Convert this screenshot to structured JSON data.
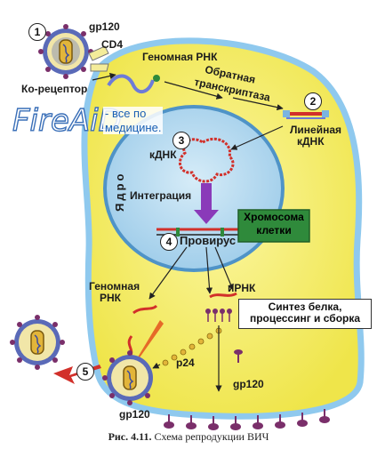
{
  "labels": {
    "gp120_top": "gp120",
    "cd4": "CD4",
    "co_receptor": "Ко-рецептор",
    "genomic_rna_top": "Геномная РНК",
    "reverse_transcriptase_1": "Обратная",
    "reverse_transcriptase_2": "транскриптаза",
    "linear_cdna_1": "Линейная",
    "linear_cdna_2": "кДНК",
    "cdna": "кДНК",
    "nucleus": "Ядро",
    "integration": "Интеграция",
    "chromosome_1": "Хромосома",
    "chromosome_2": "клетки",
    "provirus": "Провирус",
    "genomic_rna_bottom_1": "Геномная",
    "genomic_rna_bottom_2": "РНК",
    "mrna": "иРНК",
    "synthesis_1": "Синтез белка,",
    "synthesis_2": "процессинг и сборка",
    "p24": "p24",
    "gp120_right": "gp120",
    "gp120_bottom": "gp120"
  },
  "steps": [
    "1",
    "2",
    "3",
    "4",
    "5"
  ],
  "watermark": {
    "logo": "FireAiD",
    "text_line1": "- все по",
    "text_line2": "медицине."
  },
  "caption": {
    "prefix": "Рис. 4.11.",
    "text": "Схема репродукции ВИЧ"
  },
  "colors": {
    "cell_fill": "#f5ef5e",
    "cell_border": "#8fc9ee",
    "nucleus_fill": "#b7dcf2",
    "nucleus_border": "#4f93c7",
    "chromosome_box": "#2f8a3b",
    "rna": "#6d7bd8",
    "dna_red": "#d2302a",
    "arrow_purple": "#8a3ab9",
    "virus_shell": "#5a6ab8",
    "virus_core": "#e2b53a",
    "spike": "#7a2f6a"
  }
}
